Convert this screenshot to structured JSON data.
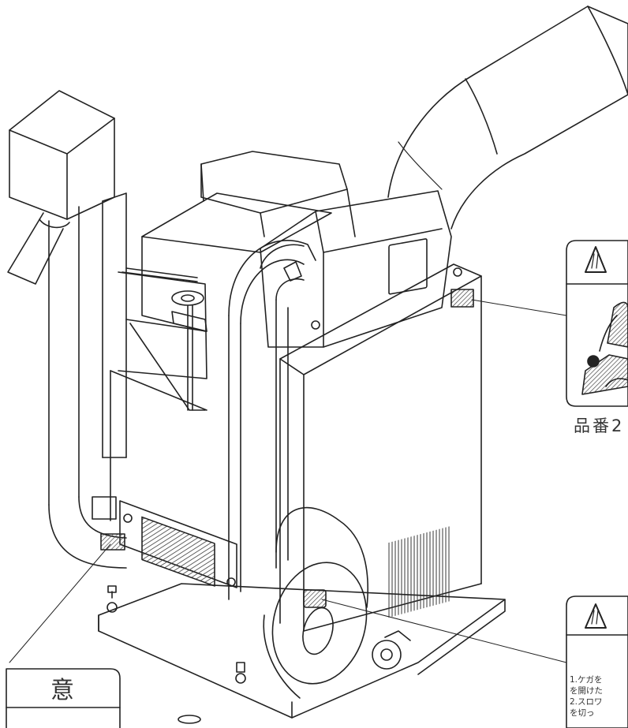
{
  "labels": {
    "top_warning": {
      "part_number": "品番2"
    },
    "bottom_warning": {
      "lines": [
        "1.ケガを",
        "  を開けた",
        "2.スロワ",
        "  を切っ"
      ]
    },
    "left_notice": {
      "title": "意"
    }
  },
  "colors": {
    "line": "#222222",
    "background": "#ffffff",
    "hatch": "#444444"
  },
  "icons": [
    "warning-triangle-icon",
    "hand-injury-pictogram-icon"
  ]
}
